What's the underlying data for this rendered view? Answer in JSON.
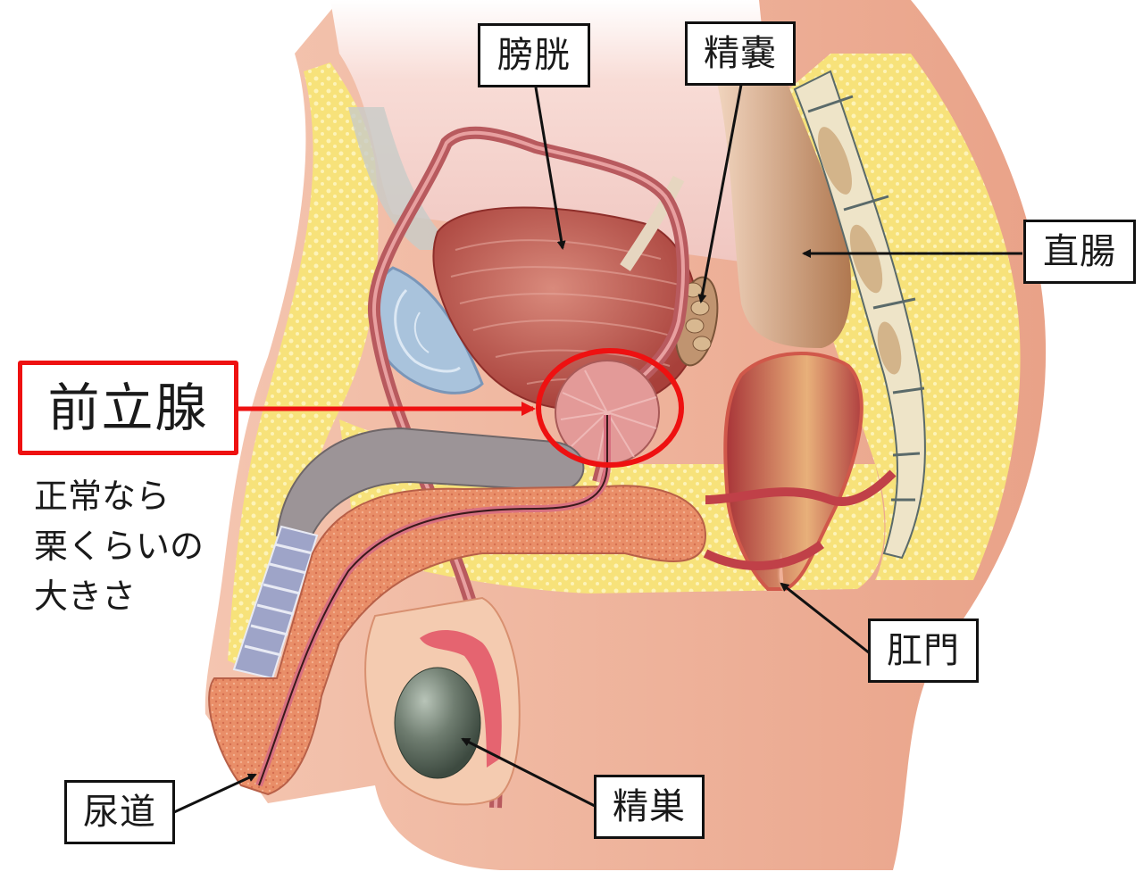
{
  "diagram": {
    "type": "anatomical-illustration",
    "subject": "male pelvic sagittal section",
    "highlight": {
      "label": "前立腺",
      "note_lines": [
        "正常なら",
        "栗くらいの",
        "大きさ"
      ],
      "color": "#ee1111"
    },
    "labels": {
      "bladder": "膀胱",
      "seminal_vesicle": "精嚢",
      "rectum": "直腸",
      "anus": "肛門",
      "urethra": "尿道",
      "testis": "精巣"
    },
    "colors": {
      "skin": "#f2b8a0",
      "fat": "#f7e27a",
      "bladder": "#b8504a",
      "prostate": "#e39a98",
      "rectum": "#c05048",
      "bone": "#eee4c8",
      "spongy": "#e98e68",
      "testis": "#6f7d70",
      "symphysis": "#a9c3dc",
      "corpus": "#9c9497"
    }
  }
}
